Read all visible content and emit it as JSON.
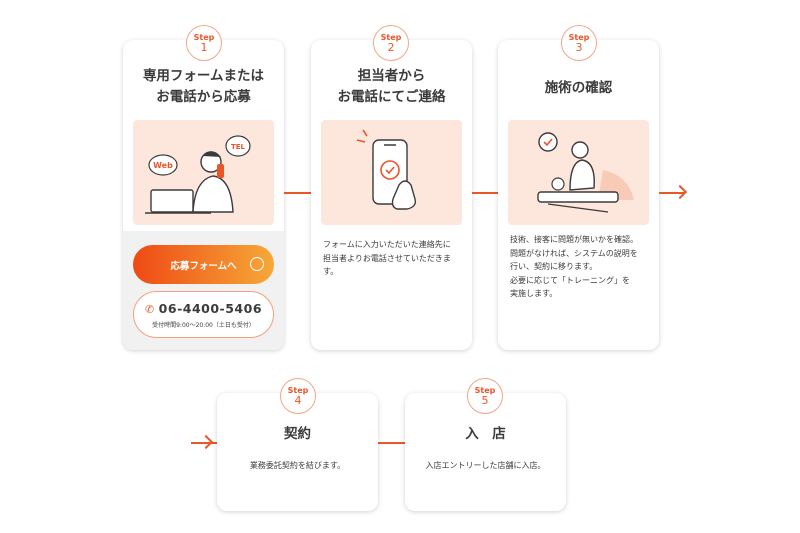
{
  "steps": [
    {
      "step": "Step",
      "num": "1",
      "title1": "専用フォームまたは",
      "title2": "お電話から応募"
    },
    {
      "step": "Step",
      "num": "2",
      "title1": "担当者から",
      "title2": "お電話にてご連絡",
      "desc": [
        "フォームに入力いただいた連絡先に",
        "担当者よりお電話させていただきま",
        "す。"
      ]
    },
    {
      "step": "Step",
      "num": "3",
      "title1": "施術の確認",
      "desc": [
        "技術、接客に問題が無いかを確認。",
        "問題がなければ、システムの説明を",
        "行い、契約に移ります。",
        "必要に応じて「トレーニング」を",
        "実施します。"
      ]
    },
    {
      "step": "Step",
      "num": "4",
      "title1": "契約",
      "desc": [
        "業務委託契約を結びます。"
      ]
    },
    {
      "step": "Step",
      "num": "5",
      "title1": "入　店",
      "desc": [
        "入店エントリーした店舗に入店。"
      ]
    }
  ],
  "illustration_labels": {
    "web": "Web",
    "tel": "TEL"
  },
  "apply_button": {
    "label": "応募フォームへ"
  },
  "phone": {
    "number": "06-4400-5406",
    "hours": "受付時間9:00～20:00（土日も受付）"
  },
  "colors": {
    "accent": "#e8562a",
    "illustration_bg": "#fde6dc",
    "gray": "#f1f1f1"
  },
  "icons": {
    "phone": "phone-icon",
    "arrow": "arrow-right-icon",
    "check": "check-icon"
  }
}
